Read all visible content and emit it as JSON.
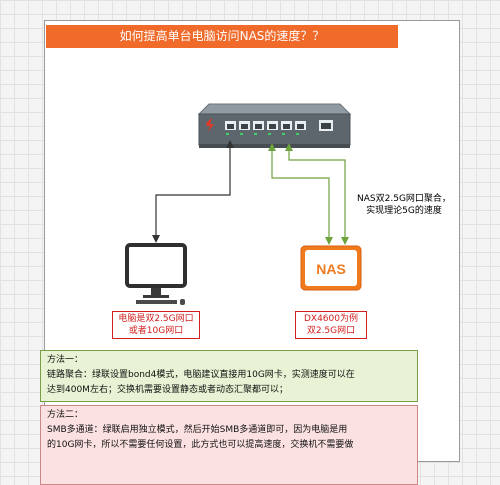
{
  "title": "如何提高单台电脑访问NAS的速度？？",
  "nas_note_line1": "NAS双2.5G网口聚合，",
  "nas_note_line2": "实现理论5G的速度",
  "nas_icon_text": "NAS",
  "pc_label_line1": "电脑是双2.5G网口",
  "pc_label_line2": "或者10G网口",
  "nas_label_line1": "DX4600为例",
  "nas_label_line2": "双2.5G网口",
  "method1": {
    "heading": "方法一：",
    "line1": "链路聚合：绿联设置bond4模式，电脑建议直接用10G网卡，实测速度可以在",
    "line2": "达到400M左右；交换机需要设置静态或者动态汇聚都可以；"
  },
  "method2": {
    "heading": "方法二：",
    "line1": "SMB多通道：绿联启用独立模式，然后开始SMB多通道即可，因为电脑是用",
    "line2": "的10G网卡，所以不需要任何设置，此方式也可以提高速度，交换机不需要做"
  },
  "colors": {
    "title_bg": "#f06a2a",
    "nas_orange": "#f07a1e",
    "label_red": "#d21e1e",
    "green_line": "#6ea23c",
    "method1_bg": "#e7f3d4",
    "method2_bg": "#fbe1e1"
  }
}
